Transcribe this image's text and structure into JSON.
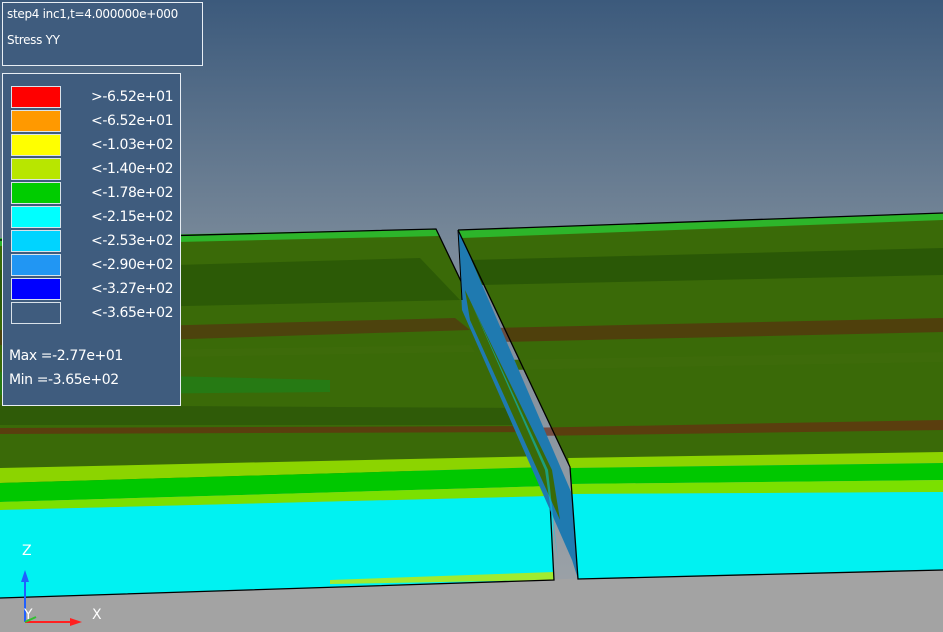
{
  "viewport": {
    "step_label": "step4 inc1,t=4.000000e+000",
    "result_label": "Stress YY"
  },
  "legend": {
    "entries": [
      {
        "label": ">-6.52e+01",
        "color": "#ff0000"
      },
      {
        "label": "<-6.52e+01",
        "color": "#ff9900"
      },
      {
        "label": "<-1.03e+02",
        "color": "#ffff00"
      },
      {
        "label": "<-1.40e+02",
        "color": "#b8e600"
      },
      {
        "label": "<-1.78e+02",
        "color": "#00cc00"
      },
      {
        "label": "<-2.15e+02",
        "color": "#00ffff"
      },
      {
        "label": "<-2.53e+02",
        "color": "#00d4ff"
      },
      {
        "label": "<-2.90e+02",
        "color": "#2196f3"
      },
      {
        "label": "<-3.27e+02",
        "color": "#0000ff"
      },
      {
        "label": "<-3.65e+02",
        "color": "#3f5c7e"
      }
    ],
    "max_text": "Max =-2.77e+01",
    "min_text": "Min =-3.65e+02"
  },
  "axes": {
    "z_label": "Z",
    "y_label": "Y",
    "x_label": "X"
  }
}
